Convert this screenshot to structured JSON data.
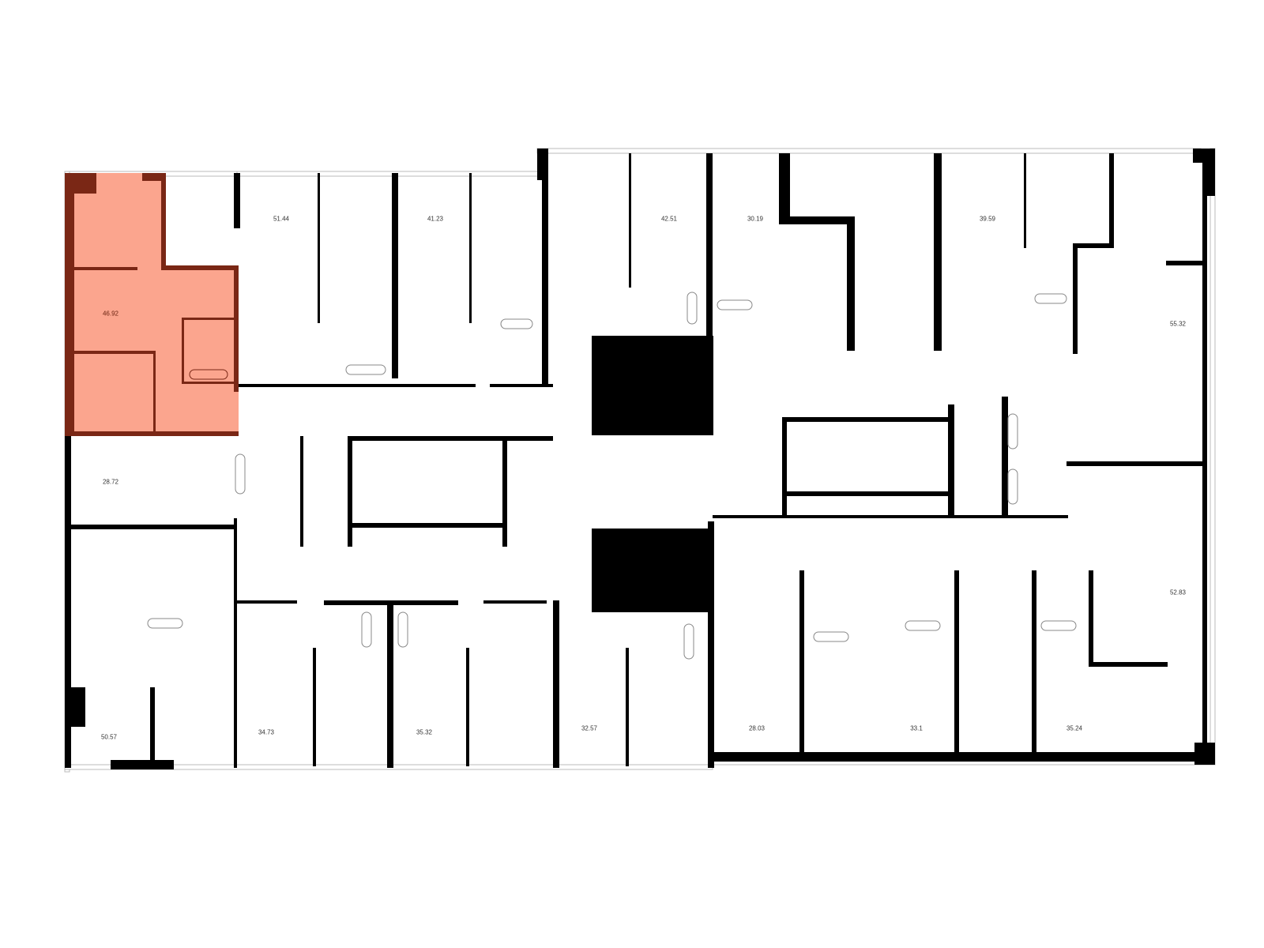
{
  "floor_plan": {
    "selected_apartment": "46.92",
    "colors": {
      "selected_fill": "#FBA58E",
      "selected_wall": "#7A2715",
      "wall": "#000000"
    },
    "apartments": [
      {
        "id": "a1",
        "area": "46.92",
        "selected": true
      },
      {
        "id": "a2",
        "area": "51.44"
      },
      {
        "id": "a3",
        "area": "41.23"
      },
      {
        "id": "a4",
        "area": "42.51"
      },
      {
        "id": "a5",
        "area": "30.19"
      },
      {
        "id": "a6",
        "area": "39.59"
      },
      {
        "id": "a7",
        "area": "55.32"
      },
      {
        "id": "a8",
        "area": "28.72"
      },
      {
        "id": "a9",
        "area": "52.83"
      },
      {
        "id": "a10",
        "area": "50.57"
      },
      {
        "id": "a11",
        "area": "34.73"
      },
      {
        "id": "a12",
        "area": "35.32"
      },
      {
        "id": "a13",
        "area": "32.57"
      },
      {
        "id": "a14",
        "area": "28.03"
      },
      {
        "id": "a15",
        "area": "33.1"
      },
      {
        "id": "a16",
        "area": "35.24"
      }
    ]
  }
}
